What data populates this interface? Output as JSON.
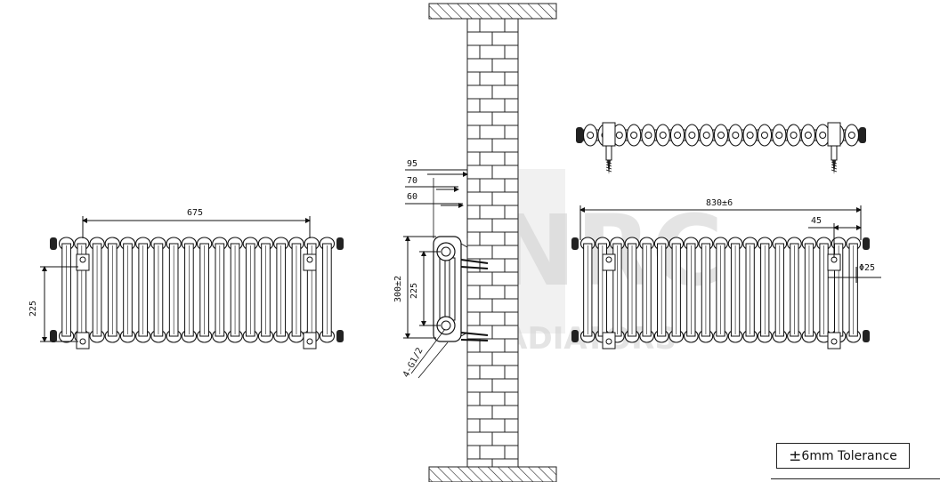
{
  "watermark": {
    "logo_text": "NRC",
    "sub_text": "RADIATORS"
  },
  "front_view_left": {
    "width_label": "675",
    "height_label": "225"
  },
  "side_view": {
    "depth_95": "95",
    "depth_70": "70",
    "depth_60": "60",
    "height_total": "300±2",
    "centers": "225",
    "connection": "4-G1/2"
  },
  "right_view": {
    "overall_width": "830±6",
    "offset": "45",
    "diameter": "Φ25"
  },
  "tolerance": {
    "symbol": "±",
    "text": "6mm Tolerance"
  }
}
